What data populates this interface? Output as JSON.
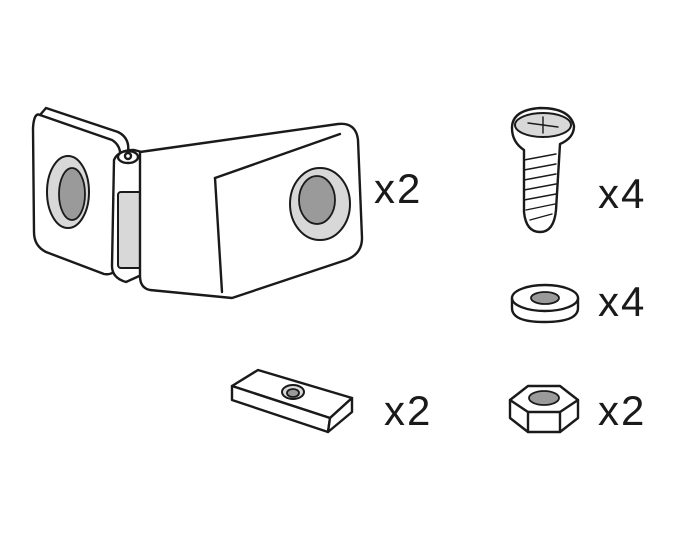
{
  "parts": [
    {
      "name": "corner-hinge-bracket",
      "quantity": "x2"
    },
    {
      "name": "countersunk-screw",
      "quantity": "x4"
    },
    {
      "name": "washer",
      "quantity": "x4"
    },
    {
      "name": "slot-nut",
      "quantity": "x2"
    },
    {
      "name": "hex-nut",
      "quantity": "x2"
    }
  ]
}
